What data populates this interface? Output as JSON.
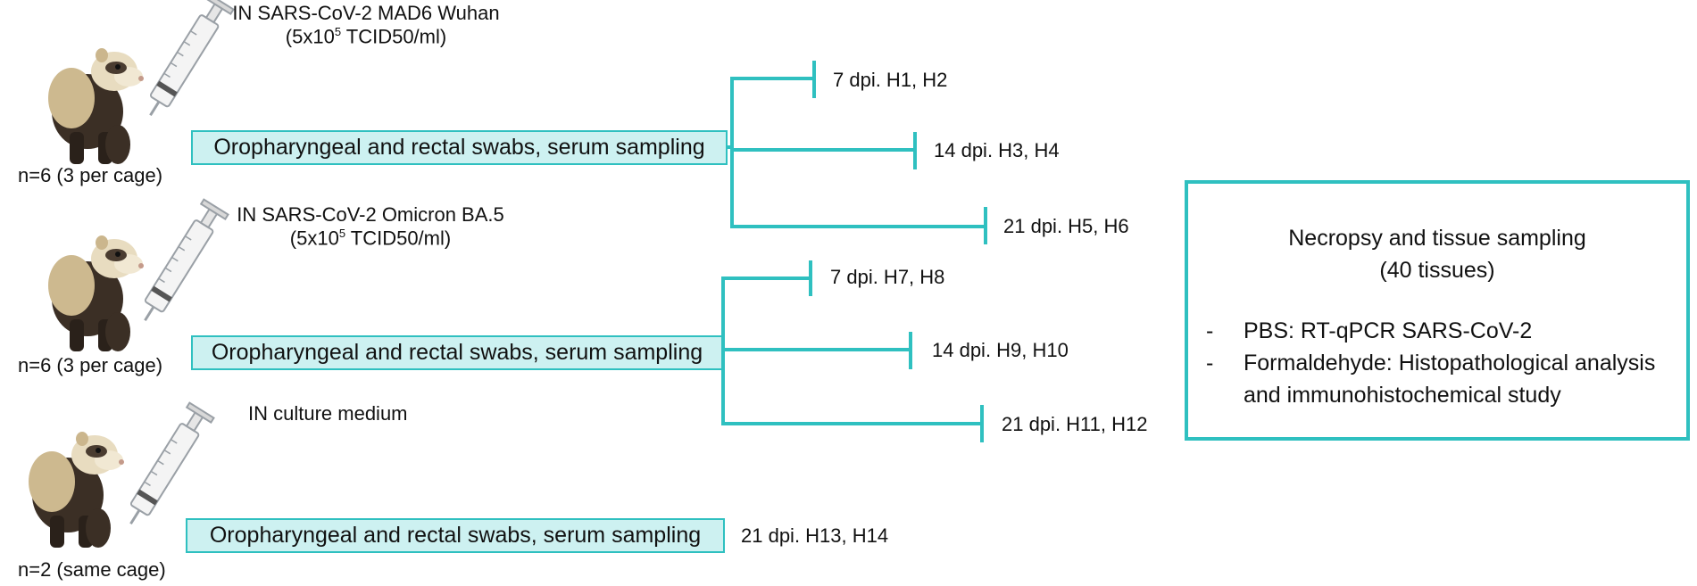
{
  "groups": [
    {
      "inoculation_line1": "IN SARS-CoV-2 MAD6 Wuhan",
      "inoculation_line2": "(5x10",
      "inoculation_sup": "5",
      "inoculation_line2_end": " TCID50/ml)",
      "n_label": "n=6 (3 per cage)",
      "swab_label": "Oropharyngeal and rectal swabs, serum sampling",
      "endpoints": [
        "7 dpi. H1, H2",
        "14 dpi. H3, H4",
        "21 dpi. H5, H6"
      ]
    },
    {
      "inoculation_line1": "IN SARS-CoV-2 Omicron BA.5",
      "inoculation_line2": "(5x10",
      "inoculation_sup": "5",
      "inoculation_line2_end": " TCID50/ml)",
      "n_label": "n=6 (3 per cage)",
      "swab_label": "Oropharyngeal and rectal swabs, serum sampling",
      "endpoints": [
        "7 dpi. H7, H8",
        "14 dpi. H9, H10",
        "21 dpi. H11, H12"
      ]
    },
    {
      "inoculation_line1": "IN culture medium",
      "n_label": "n=2 (same cage)",
      "swab_label": "Oropharyngeal and rectal swabs, serum sampling",
      "endpoints": [
        "21 dpi. H13, H14"
      ]
    }
  ],
  "necropsy": {
    "title_line1": "Necropsy and tissue sampling",
    "title_line2": "(40 tissues)",
    "items": [
      {
        "line1": "PBS: RT-qPCR SARS-CoV-2"
      },
      {
        "line1": "Formaldehyde: Histopathological analysis",
        "line2": "and immunohistochemical study"
      }
    ]
  },
  "colors": {
    "accent": "#2fc0c0",
    "box_fill": "#cdf1f1"
  },
  "icons": [
    "ferret-icon",
    "syringe-icon"
  ]
}
